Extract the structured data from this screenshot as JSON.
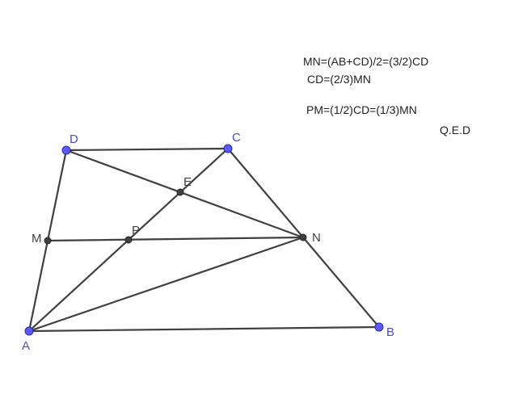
{
  "diagram": {
    "points": {
      "A": {
        "label": "A",
        "kind": "free"
      },
      "B": {
        "label": "B",
        "kind": "free"
      },
      "C": {
        "label": "C",
        "kind": "free"
      },
      "D": {
        "label": "D",
        "kind": "free"
      },
      "M": {
        "label": "M",
        "kind": "dependent"
      },
      "N": {
        "label": "N",
        "kind": "dependent"
      },
      "P": {
        "label": "P",
        "kind": "dependent"
      },
      "E": {
        "label": "E",
        "kind": "dependent"
      }
    },
    "segments": [
      [
        "A",
        "B"
      ],
      [
        "D",
        "C"
      ],
      [
        "A",
        "D"
      ],
      [
        "C",
        "B"
      ],
      [
        "M",
        "N"
      ],
      [
        "D",
        "N"
      ],
      [
        "A",
        "N"
      ],
      [
        "A",
        "C"
      ]
    ],
    "colors": {
      "free_point": "#5a5aff",
      "dependent_point": "#404040",
      "segment": "#404040",
      "free_label": "#4b4bcc"
    }
  },
  "notes": {
    "line1": "MN=(AB+CD)/2=(3/2)CD",
    "line2": "CD=(2/3)MN",
    "line3": "PM=(1/2)CD=(1/3)MN",
    "line4": "Q.E.D"
  }
}
